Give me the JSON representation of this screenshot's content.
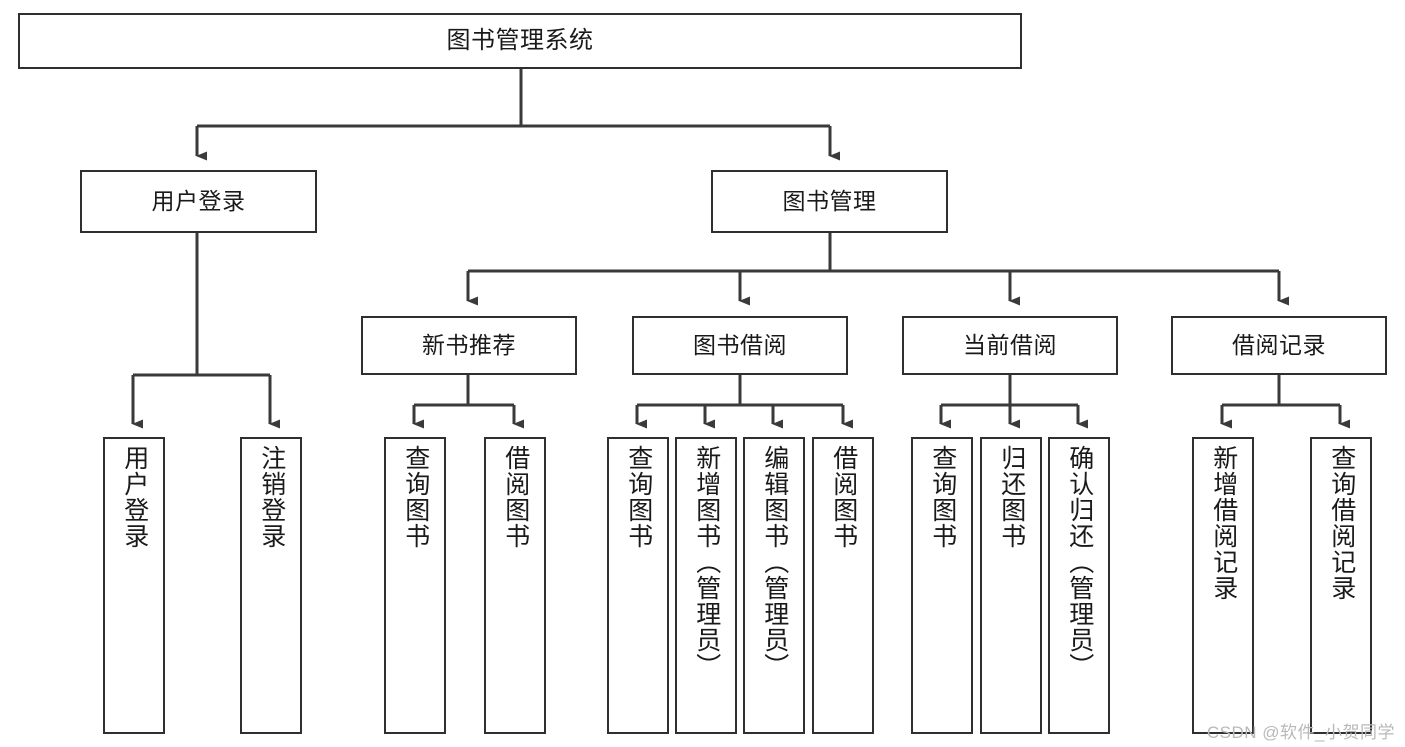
{
  "diagram": {
    "title": "图书管理系统",
    "type": "tree-hierarchy-chart",
    "colors": {
      "box_border": "#2f2f2f",
      "box_fill": "#ffffff",
      "connector": "#3a3a3a",
      "text": "#1a1a1a",
      "watermark": "#b9b9b9"
    },
    "root": {
      "id": "root",
      "label": "图书管理系统"
    },
    "level2": [
      {
        "id": "user-login",
        "label": "用户登录"
      },
      {
        "id": "book-manage",
        "label": "图书管理"
      }
    ],
    "level3": [
      {
        "id": "new-book-recommend",
        "label": "新书推荐"
      },
      {
        "id": "book-borrow",
        "label": "图书借阅"
      },
      {
        "id": "current-borrow",
        "label": "当前借阅"
      },
      {
        "id": "borrow-record",
        "label": "借阅记录"
      }
    ],
    "leaves": [
      {
        "id": "leaf-user-login",
        "label": "用户登录",
        "parent": "user-login"
      },
      {
        "id": "leaf-logout-login",
        "label": "注销登录",
        "parent": "user-login"
      },
      {
        "id": "leaf-query-book-1",
        "label": "查询图书",
        "parent": "new-book-recommend"
      },
      {
        "id": "leaf-borrow-book-1",
        "label": "借阅图书",
        "parent": "new-book-recommend"
      },
      {
        "id": "leaf-query-book-2",
        "label": "查询图书",
        "parent": "book-borrow"
      },
      {
        "id": "leaf-add-book-admin",
        "label": "新增图书（管理员）",
        "parent": "book-borrow"
      },
      {
        "id": "leaf-edit-book-admin",
        "label": "编辑图书（管理员）",
        "parent": "book-borrow"
      },
      {
        "id": "leaf-borrow-book-2",
        "label": "借阅图书",
        "parent": "book-borrow"
      },
      {
        "id": "leaf-query-book-3",
        "label": "查询图书",
        "parent": "current-borrow"
      },
      {
        "id": "leaf-return-book",
        "label": "归还图书",
        "parent": "current-borrow"
      },
      {
        "id": "leaf-confirm-return-admin",
        "label": "确认归还（管理员）",
        "parent": "current-borrow"
      },
      {
        "id": "leaf-add-borrow-record",
        "label": "新增借阅记录",
        "parent": "borrow-record"
      },
      {
        "id": "leaf-query-borrow-record",
        "label": "查询借阅记录",
        "parent": "borrow-record"
      }
    ],
    "watermark": "CSDN @软件_小贺同学"
  }
}
